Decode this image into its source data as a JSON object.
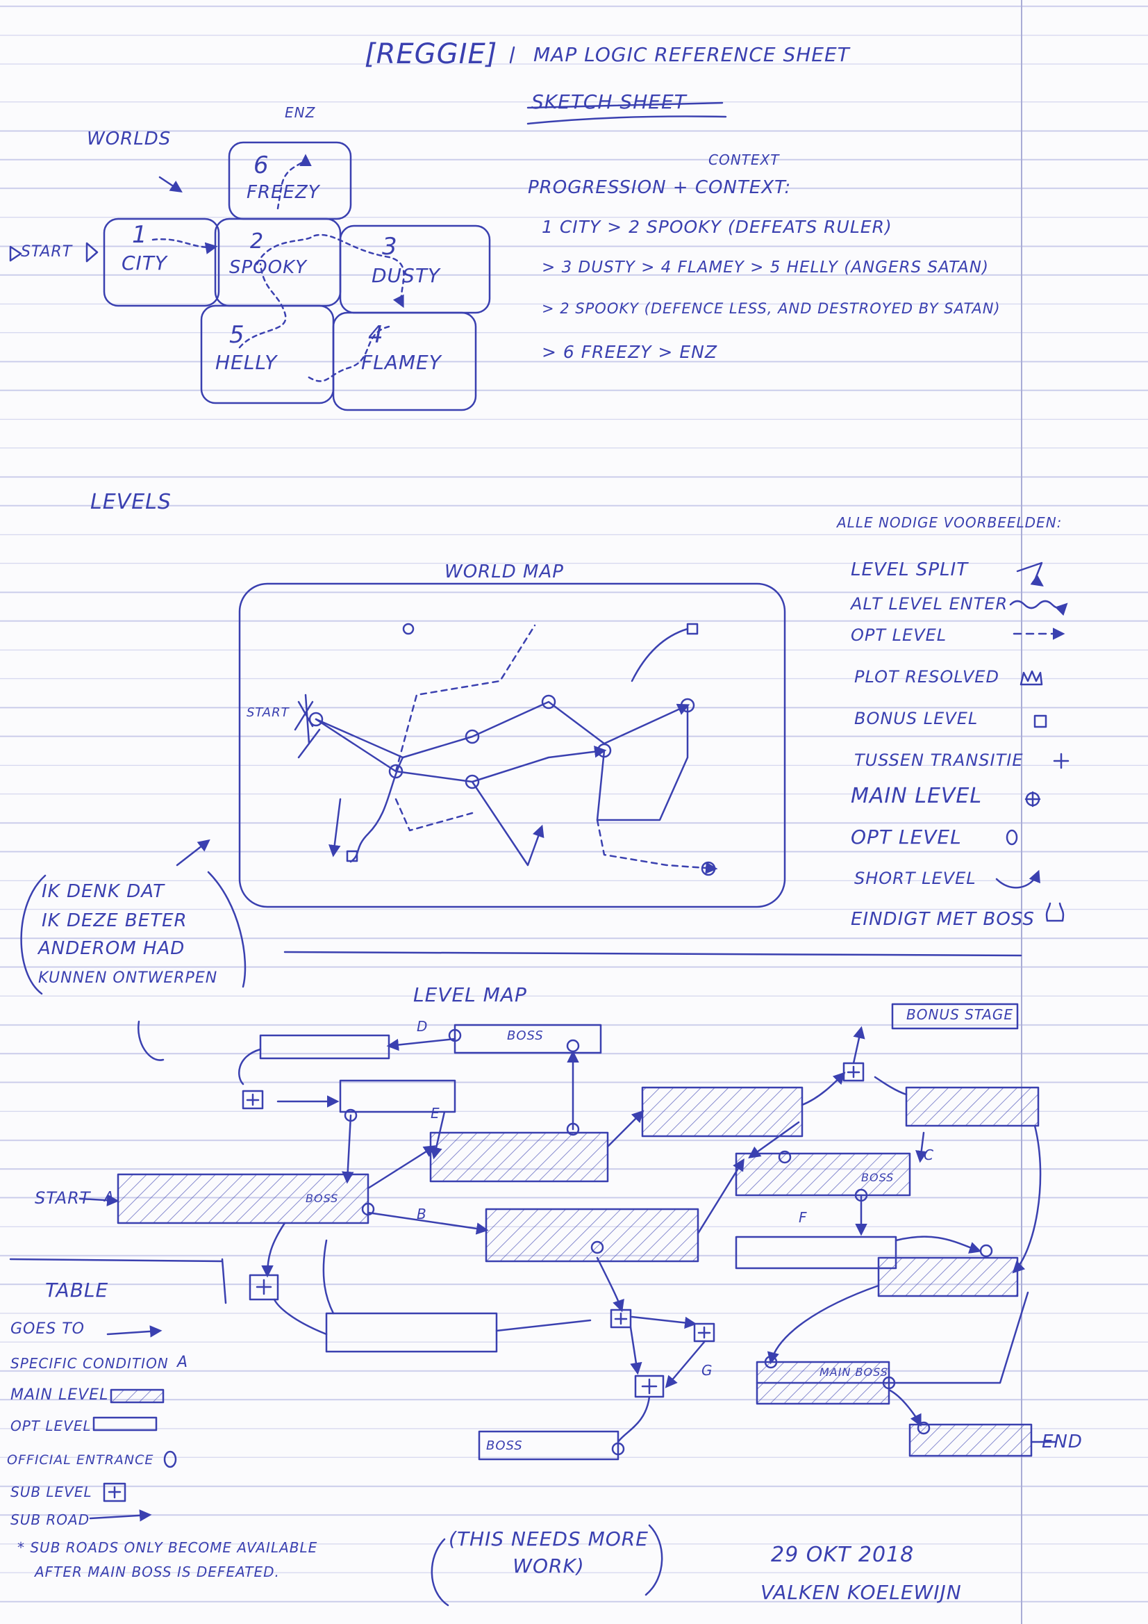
{
  "header": {
    "title": "[REGGIE]",
    "subtitle": "MAP LOGIC REFERENCE SHEET",
    "struck_subtitle": "SKETCH SHEET"
  },
  "worlds_section": {
    "label": "WORLDS",
    "start_label": "START",
    "end_label": "ENZ",
    "tiles": [
      {
        "num": "6",
        "name": "FREEZY"
      },
      {
        "num": "1",
        "name": "CITY"
      },
      {
        "num": "2",
        "name": "SPOOKY"
      },
      {
        "num": "3",
        "name": "DUSTY"
      },
      {
        "num": "5",
        "name": "HELLY"
      },
      {
        "num": "4",
        "name": "FLAMEY"
      }
    ]
  },
  "progression": {
    "heading": "PROGRESSION + CONTEXT:",
    "struck_word": "CONTEXT",
    "caret_word": "CONTEXT",
    "lines": [
      "1 CITY > 2 SPOOKY (DEFEATS RULER)",
      "> 3 DUSTY > 4 FLAMEY > 5 HELLY (ANGERS SATAN)",
      "> 2 SPOOKY (DEFENCE LESS, AND DESTROYED BY SATAN)",
      "> 6 FREEZY > ENZ"
    ]
  },
  "levels_section": {
    "label": "LEVELS",
    "world_map_title": "WORLD MAP",
    "world_map_start": "START"
  },
  "legend_world": {
    "title": "ALLE NODIGE VOORBEELDEN:",
    "items": [
      {
        "label": "LEVEL SPLIT",
        "icon": "split-arrow-icon"
      },
      {
        "label": "ALT LEVEL ENTER",
        "icon": "wavy-arrow-icon"
      },
      {
        "label": "OPT LEVEL",
        "icon": "dashed-arrow-icon"
      },
      {
        "label": "PLOT RESOLVED",
        "icon": "crown-icon"
      },
      {
        "label": "BONUS LEVEL",
        "icon": "square-icon"
      },
      {
        "label": "TUSSEN TRANSITIE",
        "icon": "plus-icon"
      },
      {
        "label": "MAIN LEVEL",
        "icon": "crossed-circle-icon"
      },
      {
        "label": "OPT LEVEL",
        "icon": "circle-icon"
      },
      {
        "label": "SHORT LEVEL",
        "icon": "curved-arrow-icon"
      },
      {
        "label": "EINDIGT MET BOSS",
        "icon": "horns-icon"
      }
    ]
  },
  "side_note": {
    "lines": [
      "IK DENK DAT",
      "IK DEZE BETER",
      "ANDEROM HAD",
      "KUNNEN ONTWERPEN"
    ]
  },
  "level_map": {
    "title": "LEVEL MAP",
    "start_label": "START",
    "end_label": "END",
    "bonus_stage": "BONUS STAGE",
    "boss_labels": [
      "BOSS",
      "BOSS",
      "BOSS",
      "BOSS"
    ],
    "main_boss": "MAIN BOSS",
    "edge_letters": [
      "A",
      "B",
      "C",
      "D",
      "E",
      "F",
      "G"
    ]
  },
  "table_legend": {
    "title": "TABLE",
    "items": [
      {
        "label": "GOES TO",
        "icon": "arrow-icon"
      },
      {
        "label": "SPECIFIC CONDITION",
        "symbol": "A"
      },
      {
        "label": "MAIN LEVEL",
        "icon": "hatched-box-icon"
      },
      {
        "label": "OPT LEVEL",
        "icon": "plain-box-icon"
      },
      {
        "label": "OFFICIAL ENTRANCE",
        "icon": "circle-icon"
      },
      {
        "label": "SUB LEVEL",
        "icon": "boxed-plus-icon"
      },
      {
        "label": "SUB ROAD",
        "icon": "arrow-icon"
      }
    ],
    "footnote": [
      "* SUB ROADS ONLY BECOME AVAILABLE",
      "AFTER MAIN BOSS IS DEFEATED."
    ]
  },
  "footer": {
    "note": "(THIS NEEDS MORE WORK)",
    "date": "29 OKT 2018",
    "author": "VALKEN KOELEWIJN"
  }
}
